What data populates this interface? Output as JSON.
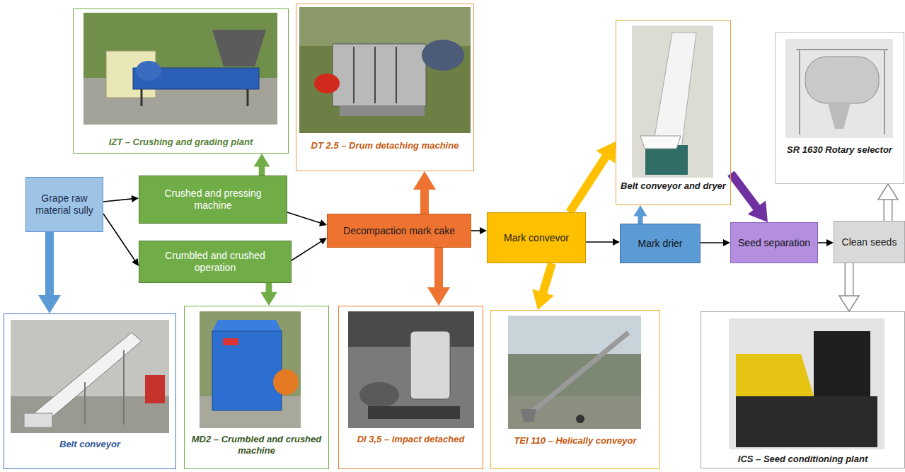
{
  "diagram": {
    "nodes": [
      {
        "text": [
          "IZT – Crushing and grading plant"
        ]
      },
      {
        "text": [
          "DT 2.5 – Drum detaching machine"
        ]
      },
      {
        "text": [
          "Belt conveyor and dryer"
        ]
      },
      {
        "text": [
          "SR 1630 Rotary selector"
        ]
      },
      {
        "text": [
          "Grape raw material sully"
        ]
      },
      {
        "text": [
          "Crushed and pressing machine"
        ]
      },
      {
        "text": [
          "Decompaction mark cake"
        ]
      },
      {
        "text": [
          "Mark convevor"
        ]
      },
      {
        "text": [
          "Mark drier"
        ]
      },
      {
        "text": [
          "Seed separation"
        ]
      },
      {
        "text": [
          "Clean seeds"
        ]
      },
      {
        "text": [
          "Crumbled and crushed operation"
        ]
      },
      {
        "text": [
          "Belt conveyor"
        ]
      },
      {
        "text": [
          "MD2 – Crumbled and crushed machine"
        ]
      },
      {
        "text": [
          "DI 3,5 – impact detached"
        ]
      },
      {
        "text": [
          "TEI 110 – Helically conveyor"
        ]
      },
      {
        "text": [
          "ICS – Seed conditioning plant"
        ]
      }
    ],
    "edges": [
      {
        "from": 4,
        "to": 5,
        "arrow": "to"
      },
      {
        "from": 4,
        "to": 11,
        "arrow": "to"
      },
      {
        "from": 5,
        "to": 6,
        "arrow": "to"
      },
      {
        "from": 11,
        "to": 6,
        "arrow": "to"
      },
      {
        "from": 6,
        "to": 7,
        "arrow": "to"
      },
      {
        "from": 7,
        "to": 8,
        "arrow": "to"
      },
      {
        "from": 8,
        "to": 9,
        "arrow": "to"
      },
      {
        "from": 9,
        "to": 10,
        "arrow": "to"
      },
      {
        "from": 4,
        "to": 12,
        "arrow": "to"
      },
      {
        "from": 5,
        "to": 0,
        "arrow": "to"
      },
      {
        "from": 11,
        "to": 13,
        "arrow": "to"
      },
      {
        "from": 6,
        "to": 1,
        "arrow": "to"
      },
      {
        "from": 6,
        "to": 14,
        "arrow": "to"
      },
      {
        "from": 7,
        "to": 2,
        "arrow": "to"
      },
      {
        "from": 7,
        "to": 15,
        "arrow": "to"
      },
      {
        "from": 8,
        "to": 2,
        "arrow": "to"
      },
      {
        "from": 2,
        "to": 9,
        "arrow": "to"
      },
      {
        "from": 10,
        "to": 3,
        "arrow": "to"
      },
      {
        "from": 10,
        "to": 16,
        "arrow": "to"
      }
    ]
  }
}
